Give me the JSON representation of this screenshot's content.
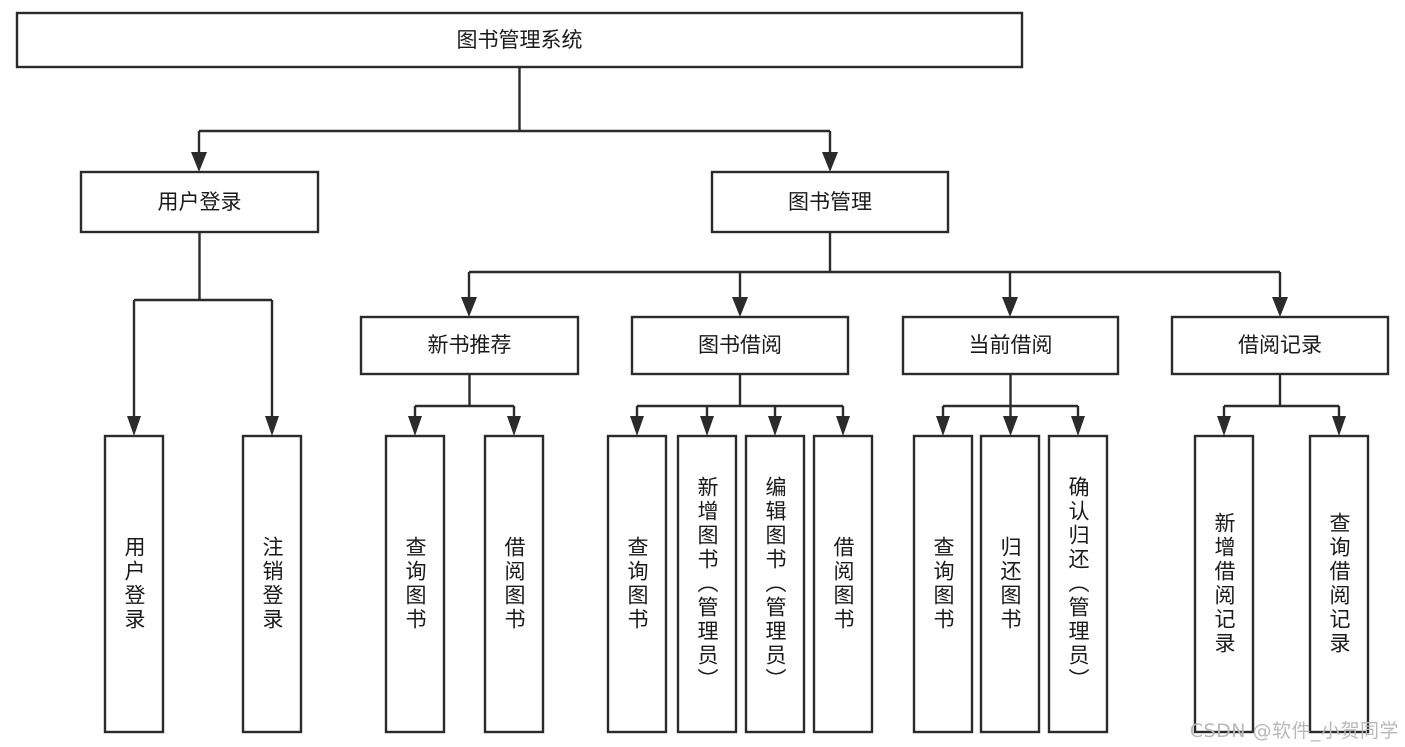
{
  "diagram": {
    "title": "图书管理系统",
    "type": "tree-hierarchy",
    "orientation": "top-down",
    "colors": {
      "box_stroke": "#2b2b2b",
      "box_fill": "#ffffff",
      "connector": "#2b2b2b",
      "text": "#1a1a1a",
      "watermark": "#b9b9b9",
      "background": "#ffffff"
    },
    "root": {
      "label": "图书管理系统"
    },
    "level2": [
      {
        "label": "用户登录"
      },
      {
        "label": "图书管理"
      }
    ],
    "level3": [
      {
        "label": "新书推荐"
      },
      {
        "label": "图书借阅"
      },
      {
        "label": "当前借阅"
      },
      {
        "label": "借阅记录"
      }
    ],
    "leaves": {
      "user_login": [
        {
          "label": "用户登录"
        },
        {
          "label": "注销登录"
        }
      ],
      "new_book_recommend": [
        {
          "label": "查询图书"
        },
        {
          "label": "借阅图书"
        }
      ],
      "book_borrow": [
        {
          "label": "查询图书"
        },
        {
          "label": "新增图书（管理员）"
        },
        {
          "label": "编辑图书（管理员）"
        },
        {
          "label": "借阅图书"
        }
      ],
      "current_borrow": [
        {
          "label": "查询图书"
        },
        {
          "label": "归还图书"
        },
        {
          "label": "确认归还（管理员）"
        }
      ],
      "borrow_record": [
        {
          "label": "新增借阅记录"
        },
        {
          "label": "查询借阅记录"
        }
      ]
    }
  },
  "watermark": {
    "text": "CSDN @软件_小贺同学"
  }
}
